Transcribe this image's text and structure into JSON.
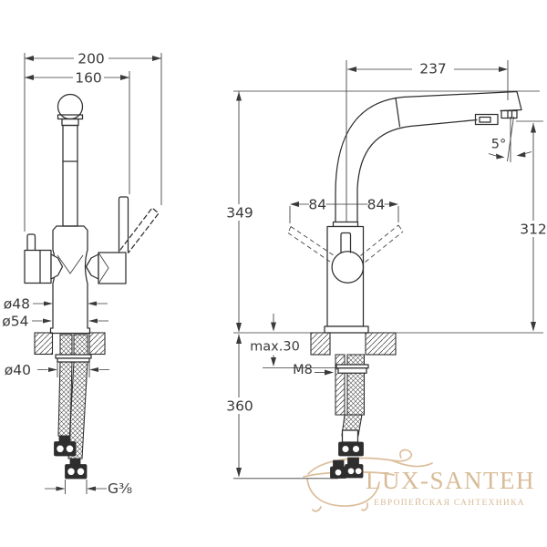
{
  "watermark": {
    "title": "LUX-SANTEH",
    "subtitle": "ЕВРОПЕЙСКАЯ САНТЕХНИКА"
  },
  "front_view": {
    "dims": {
      "overall_width": "200",
      "spout_width": "160",
      "body_diameter": "ø48",
      "base_diameter": "ø54",
      "nut_diameter": "ø40",
      "hose_thread": "G⅜"
    }
  },
  "side_view": {
    "dims": {
      "spout_reach": "237",
      "height_to_top": "349",
      "outlet_height": "312",
      "handle_swing_left": "84",
      "handle_swing_right": "84",
      "spout_angle": "5°",
      "counter_thickness": "max.30",
      "stud_thread": "M8",
      "hose_drop": "360"
    }
  },
  "colors": {
    "line": "#2e2e2e",
    "dim": "#3a3a3a",
    "background": "#ffffff",
    "watermark": "#d9bb97"
  }
}
